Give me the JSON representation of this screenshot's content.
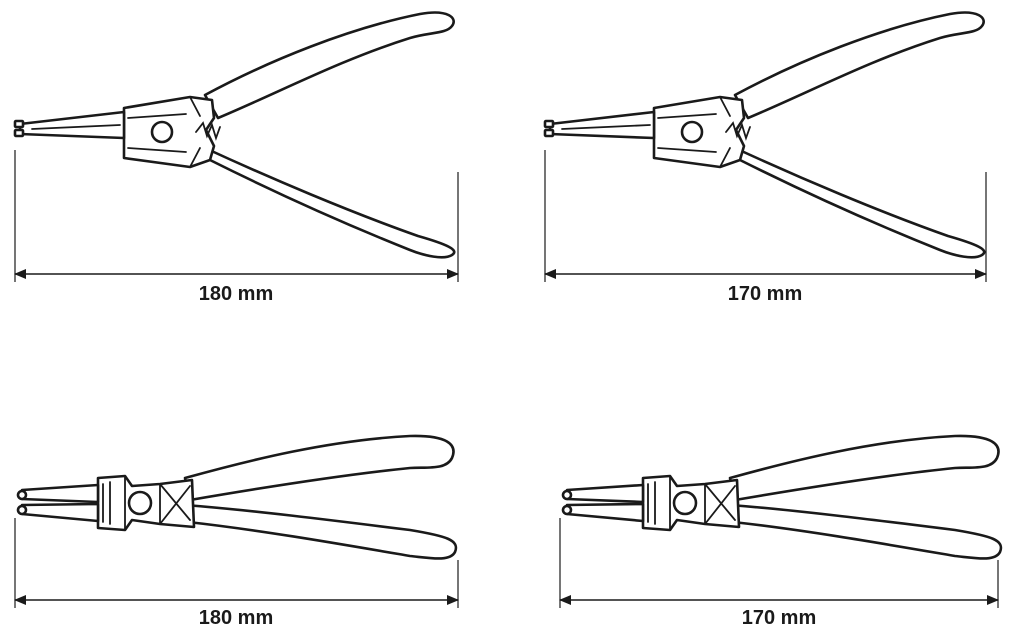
{
  "figures": [
    {
      "id": "top-left",
      "type": "external-circlip-pliers",
      "length_label": "180 mm"
    },
    {
      "id": "top-right",
      "type": "external-circlip-pliers",
      "length_label": "170 mm"
    },
    {
      "id": "bottom-left",
      "type": "internal-circlip-pliers",
      "length_label": "180 mm"
    },
    {
      "id": "bottom-right",
      "type": "internal-circlip-pliers",
      "length_label": "170 mm"
    }
  ],
  "colors": {
    "line": "#1a1a1a",
    "background": "#ffffff"
  }
}
